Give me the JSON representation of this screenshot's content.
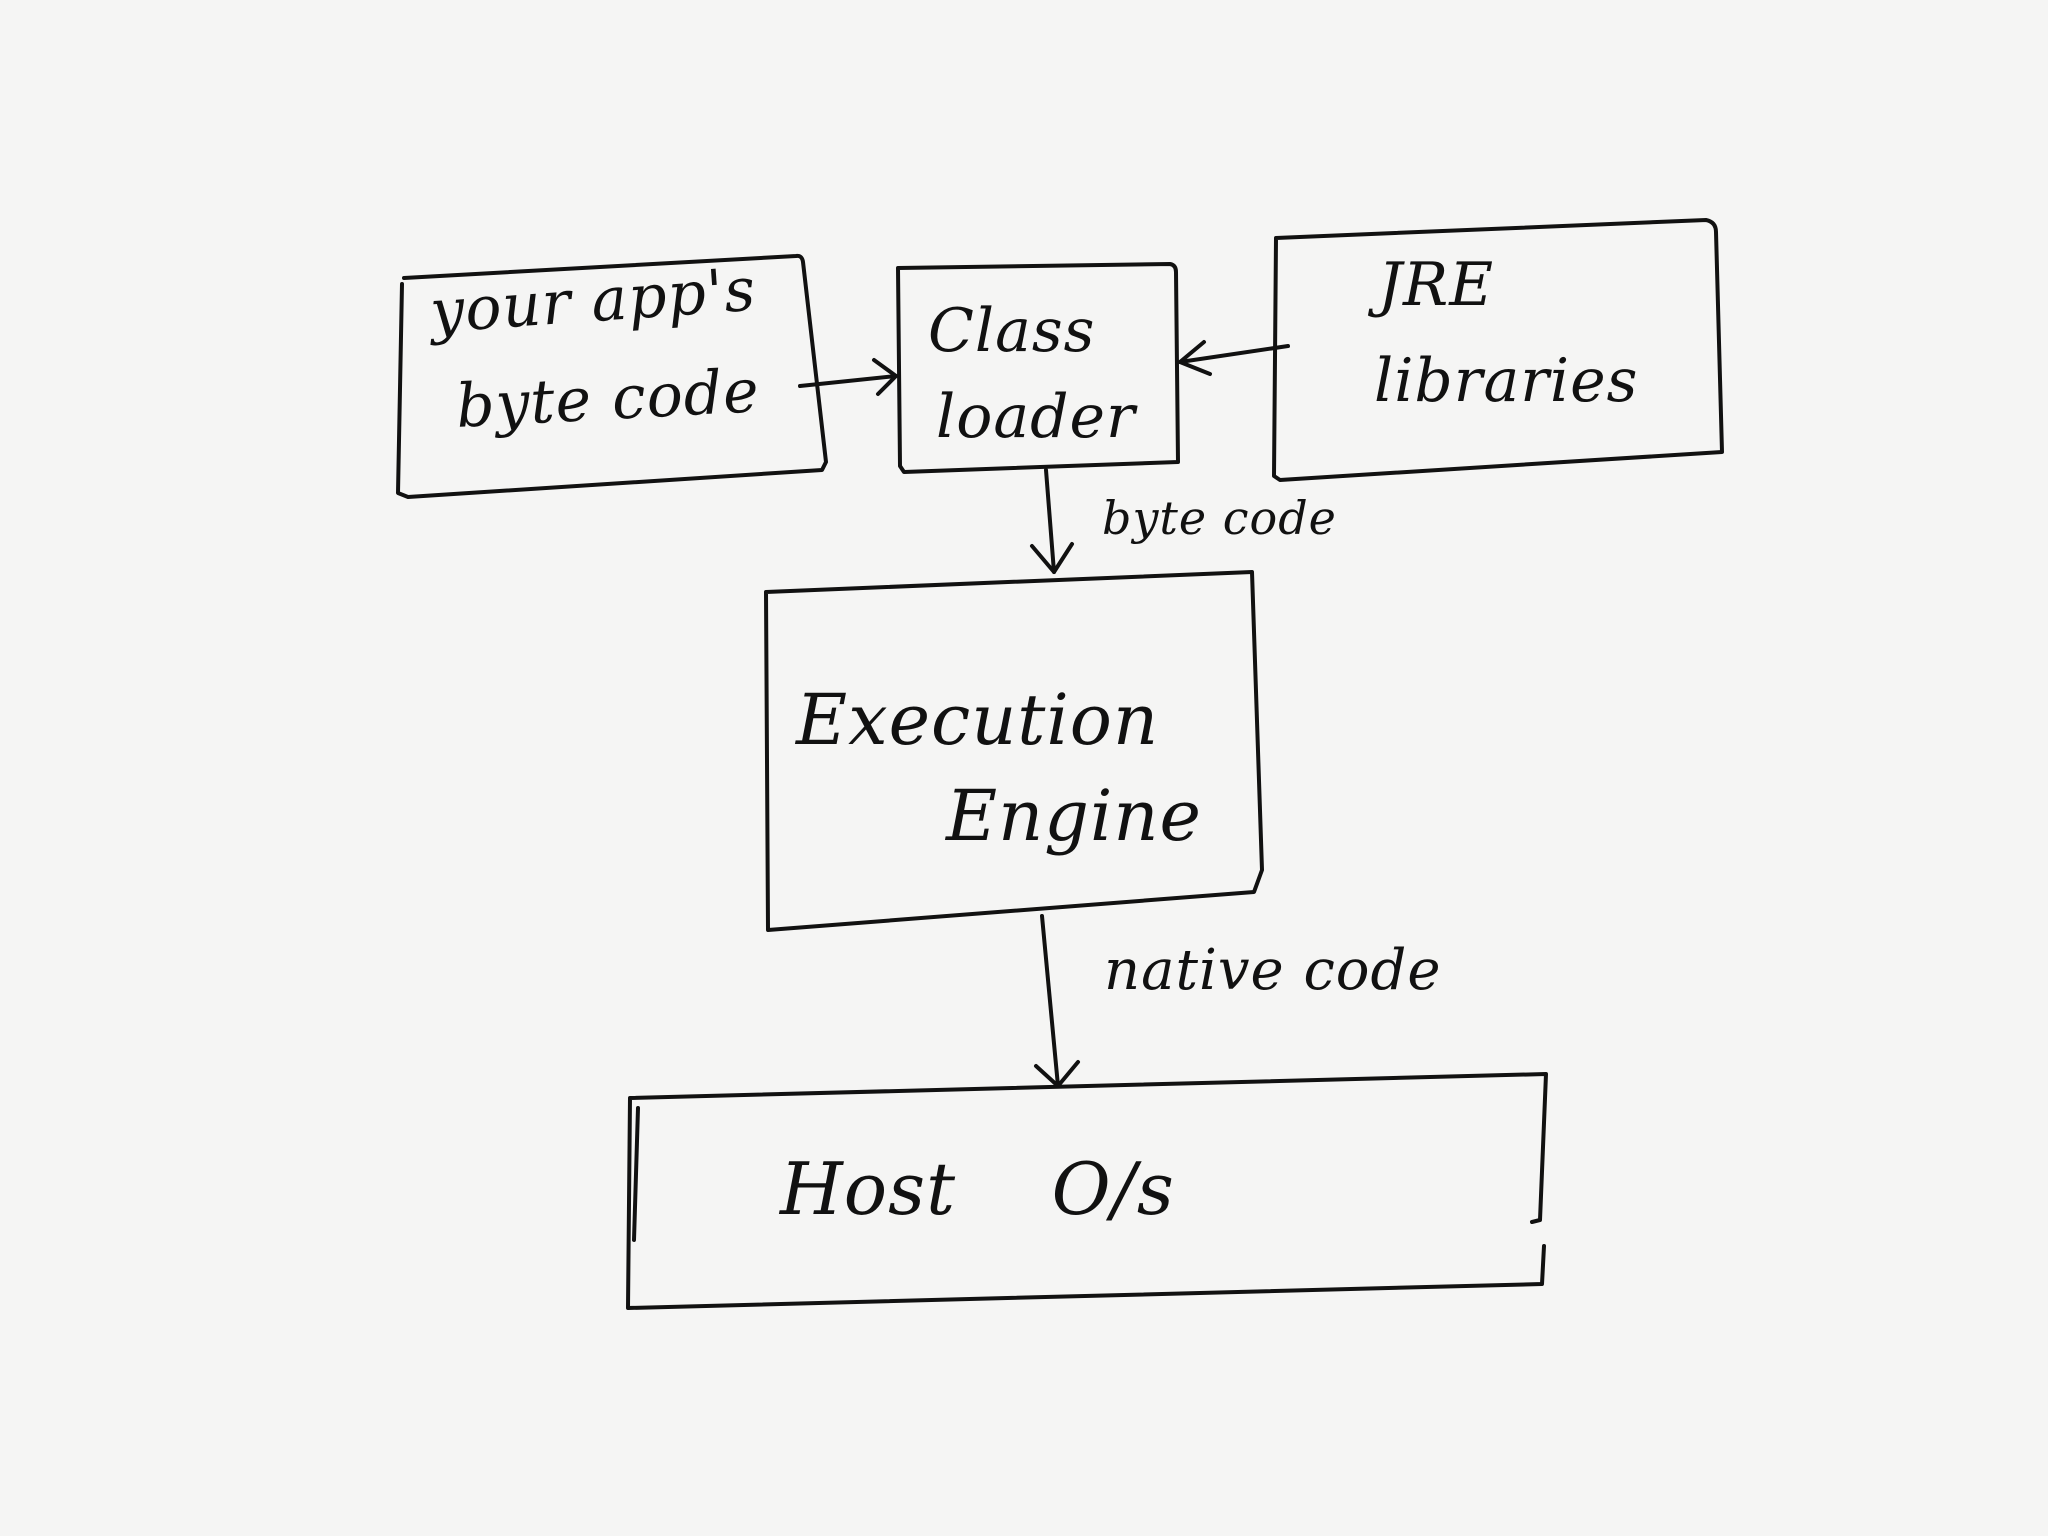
{
  "diagram": {
    "nodes": [
      {
        "id": "app-bytecode",
        "lines": [
          "your app's",
          "byte code"
        ]
      },
      {
        "id": "class-loader",
        "lines": [
          "Class",
          "loader"
        ]
      },
      {
        "id": "jre-libraries",
        "lines": [
          "JRE",
          "libraries"
        ]
      },
      {
        "id": "execution-engine",
        "lines": [
          "Execution",
          "Engine"
        ]
      },
      {
        "id": "host-os",
        "lines": [
          "Host    O/s"
        ]
      }
    ],
    "edges": [
      {
        "from": "app-bytecode",
        "to": "class-loader",
        "label": ""
      },
      {
        "from": "jre-libraries",
        "to": "class-loader",
        "label": ""
      },
      {
        "from": "class-loader",
        "to": "execution-engine",
        "label": "byte code"
      },
      {
        "from": "execution-engine",
        "to": "host-os",
        "label": "native code"
      }
    ]
  }
}
